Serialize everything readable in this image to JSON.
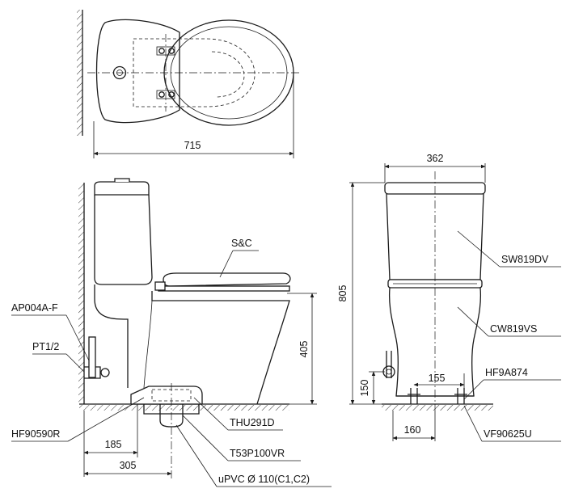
{
  "dimensions": {
    "overall_length": "715",
    "tank_width": "362",
    "overall_height": "805",
    "seat_height": "405",
    "inlet_height": "150",
    "inlet_spacing": "155",
    "floor_offset_front": "160",
    "wall_to_outlet": "185",
    "wall_to_outlet_center": "305"
  },
  "labels": {
    "seat_cover": "S&C",
    "angle_valve": "AP004A-F",
    "thread": "PT1/2",
    "flange": "HF90590R",
    "gasket": "THU291D",
    "pipe_fitting": "T53P100VR",
    "drain_pipe": "uPVC Ø 110(C1,C2)",
    "tank_part": "SW819DV",
    "bowl_part": "CW819VS",
    "fixing_set": "HF9A874",
    "valve_set": "VF90625U"
  },
  "colors": {
    "line": "#1a1a1a",
    "background": "#ffffff"
  }
}
